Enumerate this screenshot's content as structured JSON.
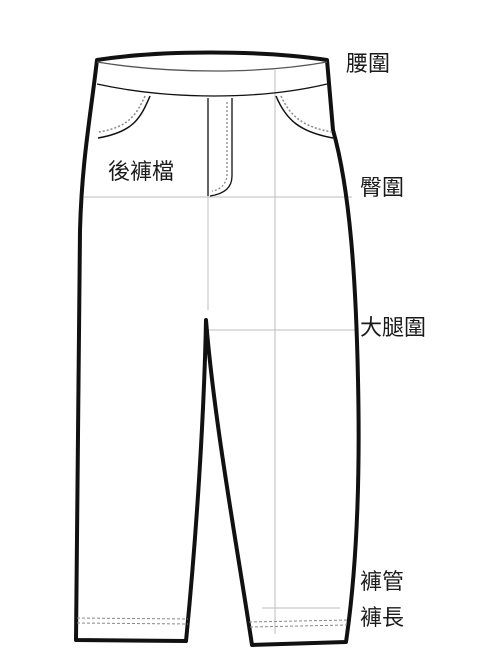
{
  "labels": {
    "waist": "腰圍",
    "back_crotch": "後褲檔",
    "hip": "臀圍",
    "thigh": "大腿圍",
    "hem": "褲管",
    "length": "褲長"
  },
  "colors": {
    "outline": "#111111",
    "guide_line": "#b8b8b8",
    "stitch": "#888888",
    "background": "#ffffff"
  }
}
